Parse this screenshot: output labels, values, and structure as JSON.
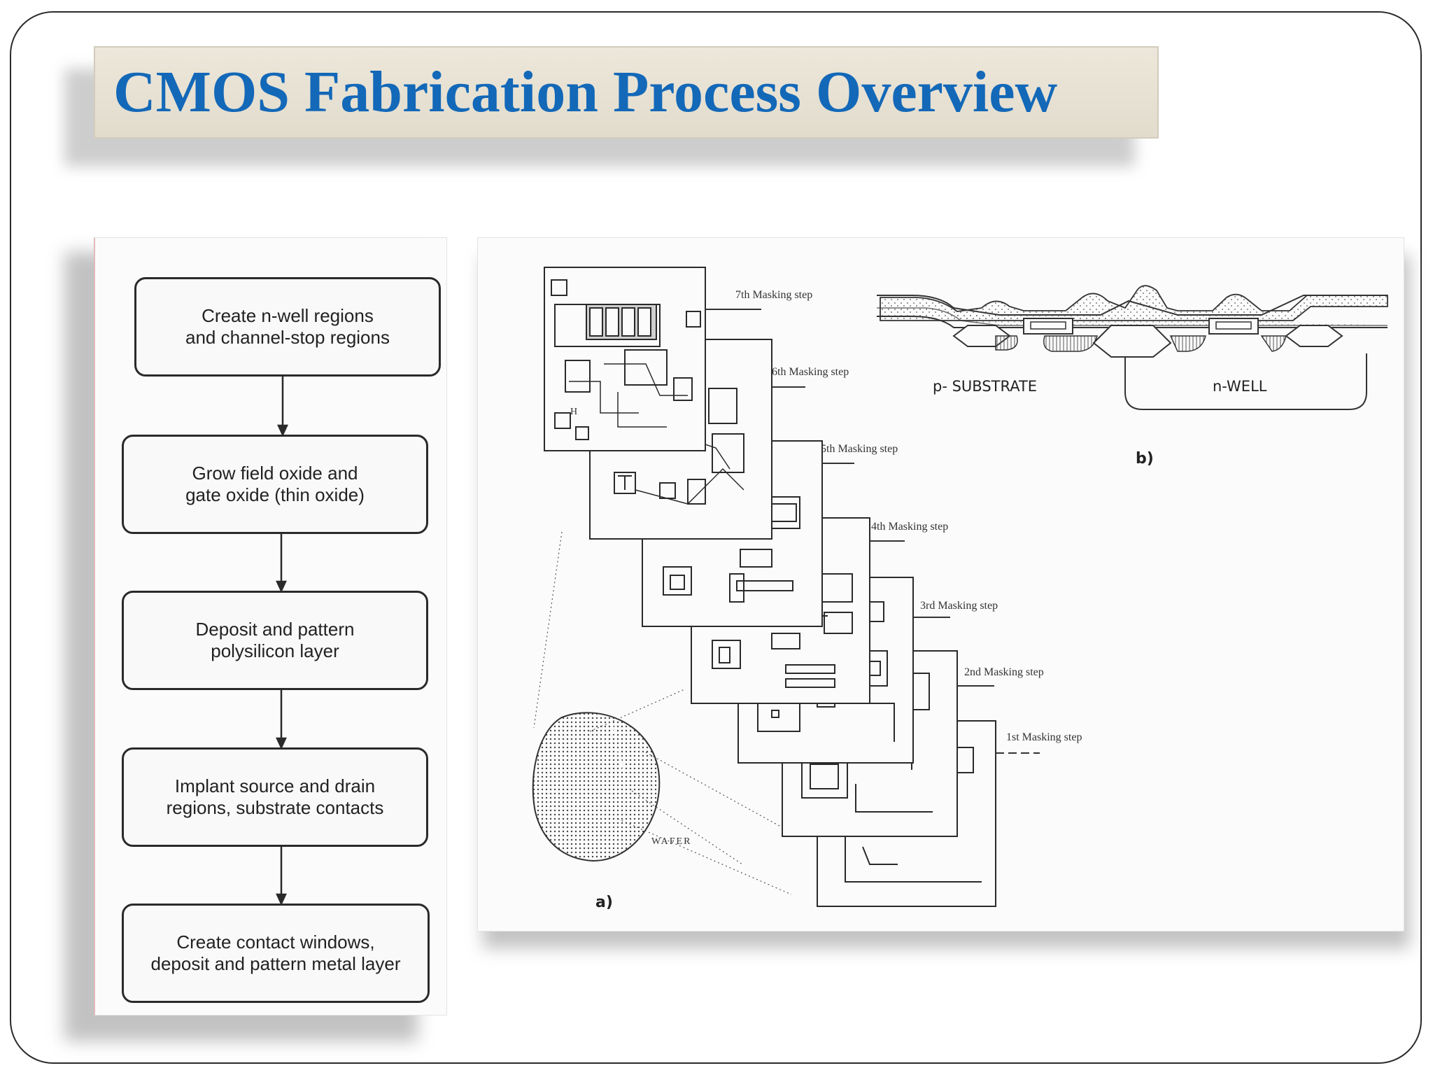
{
  "slide": {
    "title": "CMOS Fabrication Process Overview"
  },
  "flowchart": {
    "steps": [
      "Create n-well regions\nand channel-stop regions",
      "Grow field oxide and\ngate oxide (thin oxide)",
      "Deposit and pattern\npolysilicon layer",
      "Implant source and drain\nregions, substrate contacts",
      "Create contact windows,\ndeposit and pattern metal layer"
    ]
  },
  "figure": {
    "masking_steps": [
      "7th Masking step",
      "6th Masking step",
      "5th Masking step",
      "4th Masking step",
      "3rd Masking step",
      "2nd Masking step",
      "1st Masking step"
    ],
    "wafer_label": "WAFER",
    "part_a_label": "a)",
    "part_b_label": "b)",
    "p_substrate_label": "p- SUBSTRATE",
    "n_well_label": "n-WELL"
  },
  "colors": {
    "title": "#1368b8",
    "banner": "#e6e0d2",
    "frame": "#2b2b2b"
  }
}
